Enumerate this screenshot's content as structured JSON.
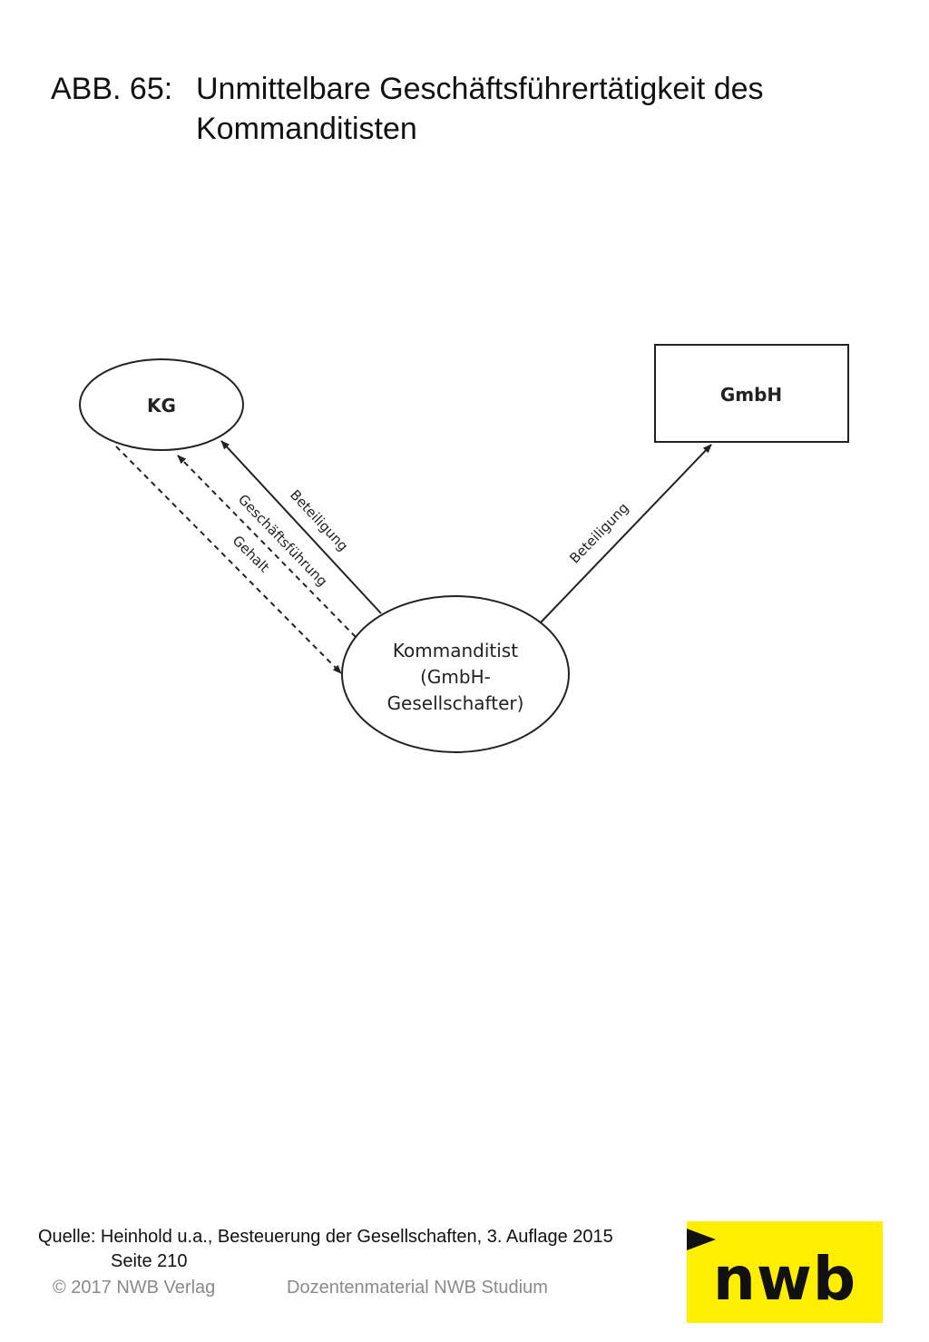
{
  "title": {
    "prefix": "ABB. 65:",
    "main": "Unmittelbare Geschäftsführertätigkeit des",
    "continuation": "Kommanditisten"
  },
  "diagram": {
    "nodes": {
      "kg": "KG",
      "gmbh": "GmbH",
      "kommanditist_line1": "Kommanditist",
      "kommanditist_line2": "(GmbH-",
      "kommanditist_line3": "Gesellschafter)"
    },
    "edges": {
      "beteiligung_kg": "Beteiligung",
      "geschaeftsfuehrung": "Geschäftsführung",
      "gehalt": "Gehalt",
      "beteiligung_gmbh": "Beteiligung"
    }
  },
  "footer": {
    "source_line": "Quelle: Heinhold u.a., Besteuerung der Gesellschaften, 3. Auflage 2015",
    "source_page": "Seite 210",
    "copyright": "© 2017 NWB Verlag",
    "course_material": "Dozentenmaterial NWB Studium"
  },
  "logo": {
    "text": "nwb",
    "background_color": "#ffee00"
  },
  "colors": {
    "line": "#222222",
    "muted_text": "#8a8a8a"
  }
}
